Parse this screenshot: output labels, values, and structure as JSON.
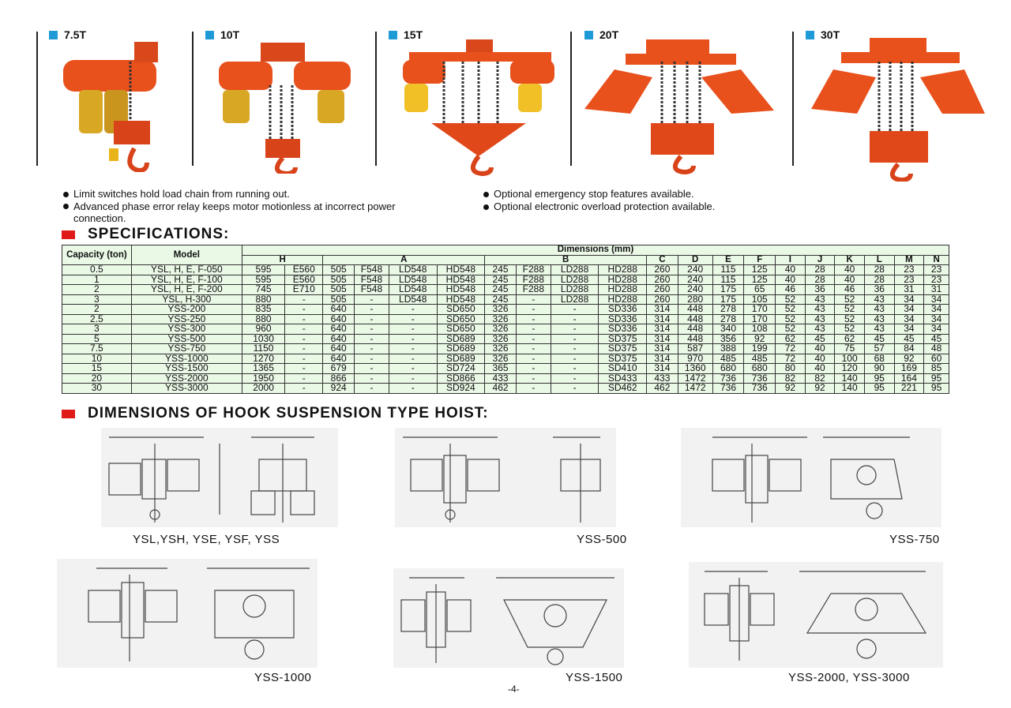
{
  "capacities": [
    "7.5T",
    "10T",
    "15T",
    "20T",
    "30T"
  ],
  "bullets_left": [
    "Limit switches hold load chain from running out.",
    "Advanced phase error relay keeps motor motionless at incorrect power connection."
  ],
  "bullets_right": [
    "Optional emergency stop features available.",
    "Optional electronic overload protection available."
  ],
  "spec_title": "SPECIFICATIONS:",
  "dim_title": "DIMENSIONS OF HOOK SUSPENSION TYPE HOIST:",
  "table": {
    "h_capacity": "Capacity (ton)",
    "h_model": "Model",
    "h_dimensions": "Dimensions (mm)",
    "groups": [
      "H",
      "A",
      "B",
      "C",
      "D",
      "E",
      "F",
      "I",
      "J",
      "K",
      "L",
      "M",
      "N"
    ],
    "rows": [
      [
        "0.5",
        "YSL, H, E, F-050",
        "595",
        "E560",
        "505",
        "F548",
        "LD548",
        "HD548",
        "245",
        "F288",
        "LD288",
        "HD288",
        "260",
        "240",
        "115",
        "125",
        "40",
        "28",
        "40",
        "28",
        "23",
        "23"
      ],
      [
        "1",
        "YSL, H, E, F-100",
        "595",
        "E560",
        "505",
        "F548",
        "LD548",
        "HD548",
        "245",
        "F288",
        "LD288",
        "HD288",
        "260",
        "240",
        "115",
        "125",
        "40",
        "28",
        "40",
        "28",
        "23",
        "23"
      ],
      [
        "2",
        "YSL, H, E, F-200",
        "745",
        "E710",
        "505",
        "F548",
        "LD548",
        "HD548",
        "245",
        "F288",
        "LD288",
        "HD288",
        "260",
        "240",
        "175",
        "65",
        "46",
        "36",
        "46",
        "36",
        "31",
        "31"
      ],
      [
        "3",
        "YSL, H-300",
        "880",
        "-",
        "505",
        "-",
        "LD548",
        "HD548",
        "245",
        "-",
        "LD288",
        "HD288",
        "260",
        "280",
        "175",
        "105",
        "52",
        "43",
        "52",
        "43",
        "34",
        "34"
      ],
      [
        "2",
        "YSS-200",
        "835",
        "-",
        "640",
        "-",
        "-",
        "SD650",
        "326",
        "-",
        "-",
        "SD336",
        "314",
        "448",
        "278",
        "170",
        "52",
        "43",
        "52",
        "43",
        "34",
        "34"
      ],
      [
        "2.5",
        "YSS-250",
        "880",
        "-",
        "640",
        "-",
        "-",
        "SD650",
        "326",
        "-",
        "-",
        "SD336",
        "314",
        "448",
        "278",
        "170",
        "52",
        "43",
        "52",
        "43",
        "34",
        "34"
      ],
      [
        "3",
        "YSS-300",
        "960",
        "-",
        "640",
        "-",
        "-",
        "SD650",
        "326",
        "-",
        "-",
        "SD336",
        "314",
        "448",
        "340",
        "108",
        "52",
        "43",
        "52",
        "43",
        "34",
        "34"
      ],
      [
        "5",
        "YSS-500",
        "1030",
        "-",
        "640",
        "-",
        "-",
        "SD689",
        "326",
        "-",
        "-",
        "SD375",
        "314",
        "448",
        "356",
        "92",
        "62",
        "45",
        "62",
        "45",
        "45",
        "45"
      ],
      [
        "7.5",
        "YSS-750",
        "1150",
        "-",
        "640",
        "-",
        "-",
        "SD689",
        "326",
        "-",
        "-",
        "SD375",
        "314",
        "587",
        "388",
        "199",
        "72",
        "40",
        "75",
        "57",
        "84",
        "48"
      ],
      [
        "10",
        "YSS-1000",
        "1270",
        "-",
        "640",
        "-",
        "-",
        "SD689",
        "326",
        "-",
        "-",
        "SD375",
        "314",
        "970",
        "485",
        "485",
        "72",
        "40",
        "100",
        "68",
        "92",
        "60"
      ],
      [
        "15",
        "YSS-1500",
        "1365",
        "-",
        "679",
        "-",
        "-",
        "SD724",
        "365",
        "-",
        "-",
        "SD410",
        "314",
        "1360",
        "680",
        "680",
        "80",
        "40",
        "120",
        "90",
        "169",
        "85"
      ],
      [
        "20",
        "YSS-2000",
        "1950",
        "-",
        "866",
        "-",
        "-",
        "SD866",
        "433",
        "-",
        "-",
        "SD433",
        "433",
        "1472",
        "736",
        "736",
        "82",
        "82",
        "140",
        "95",
        "164",
        "95"
      ],
      [
        "30",
        "YSS-3000",
        "2000",
        "-",
        "924",
        "-",
        "-",
        "SD924",
        "462",
        "-",
        "-",
        "SD462",
        "462",
        "1472",
        "736",
        "736",
        "92",
        "92",
        "140",
        "95",
        "221",
        "95"
      ]
    ]
  },
  "diagram_captions": [
    "YSL,YSH, YSE, YSF, YSS",
    "YSS-500",
    "YSS-750",
    "YSS-1000",
    "YSS-1500",
    "YSS-2000, YSS-3000"
  ],
  "page_number": "-4-"
}
